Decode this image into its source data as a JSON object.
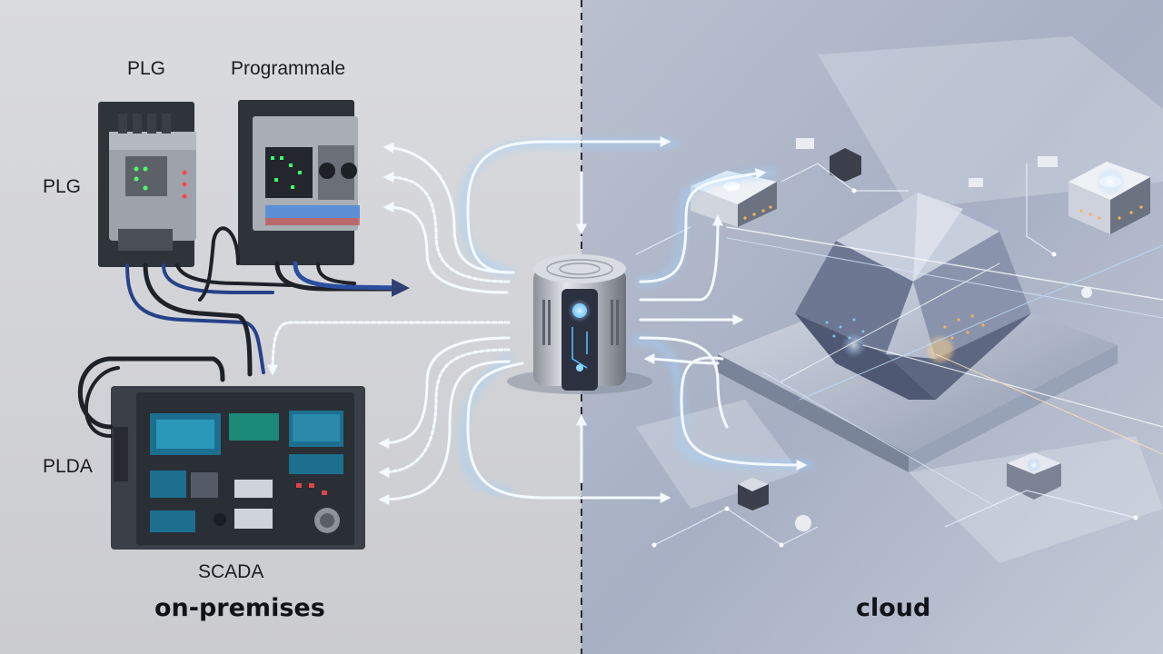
{
  "labels": {
    "plc_top": "PLG",
    "programmable": "Programmale",
    "plc_left": "PLG",
    "plda": "PLDA",
    "scada": "SCADA",
    "on_premises": "on-premises",
    "cloud": "cloud"
  },
  "colors": {
    "on_prem_bg": "#d3d4d8",
    "cloud_bg": "#aab3c6",
    "arrow_glow": "#bfe0ff",
    "divider": "#2a2c30",
    "device_body": "#3a3f48",
    "accent_orange": "#ffb25a"
  }
}
